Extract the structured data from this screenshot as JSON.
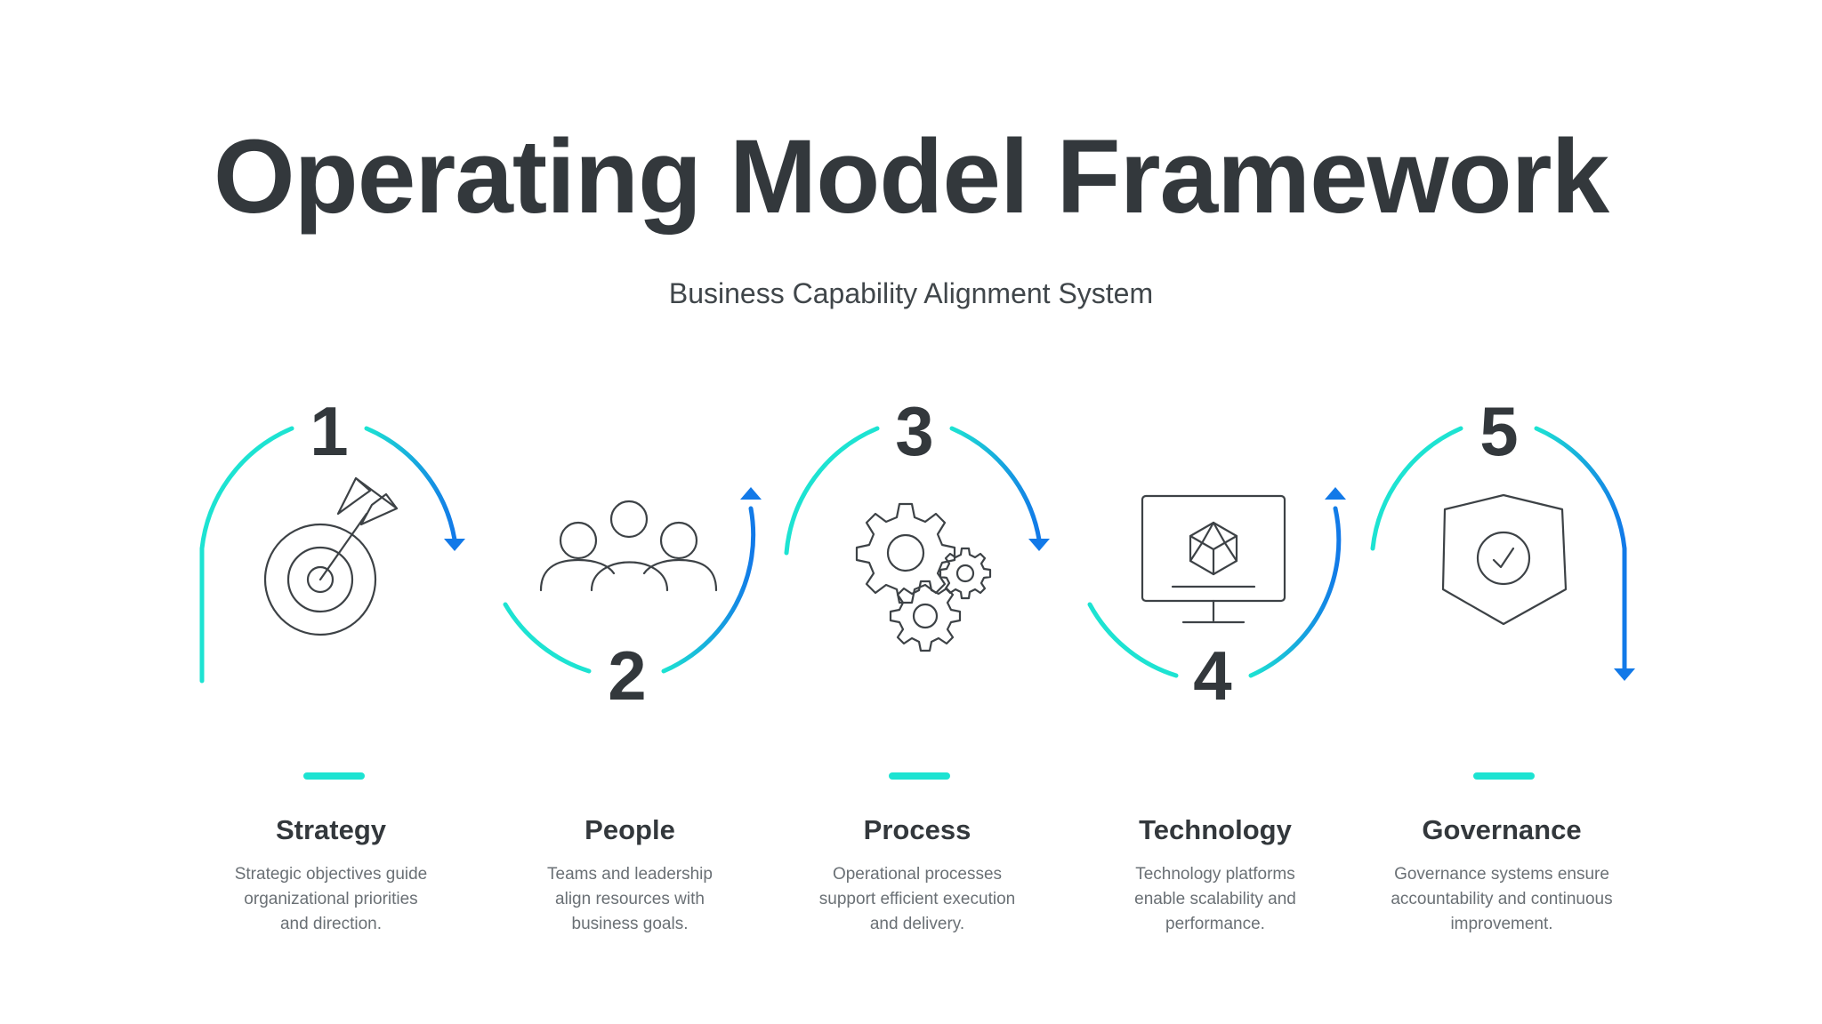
{
  "title": "Operating Model Framework",
  "subtitle": "Business Capability Alignment System",
  "colors": {
    "teal": "#1de3d2",
    "blue": "#1279e8",
    "text": "#33383c",
    "muted": "#6a7075"
  },
  "steps": [
    {
      "number": "1",
      "label": "Strategy",
      "icon": "target-icon",
      "desc": [
        "Strategic objectives guide",
        "organizational priorities",
        "and direction."
      ]
    },
    {
      "number": "2",
      "label": "People",
      "icon": "people-icon",
      "desc": [
        "Teams and leadership",
        "align resources with",
        "business goals."
      ]
    },
    {
      "number": "3",
      "label": "Process",
      "icon": "gears-icon",
      "desc": [
        "Operational processes",
        "support efficient execution",
        "and delivery."
      ]
    },
    {
      "number": "4",
      "label": "Technology",
      "icon": "monitor-icon",
      "desc": [
        "Technology platforms",
        "enable scalability and",
        "performance."
      ]
    },
    {
      "number": "5",
      "label": "Governance",
      "icon": "shield-check-icon",
      "desc": [
        "Governance systems ensure",
        "accountability and continuous",
        "improvement."
      ]
    }
  ]
}
